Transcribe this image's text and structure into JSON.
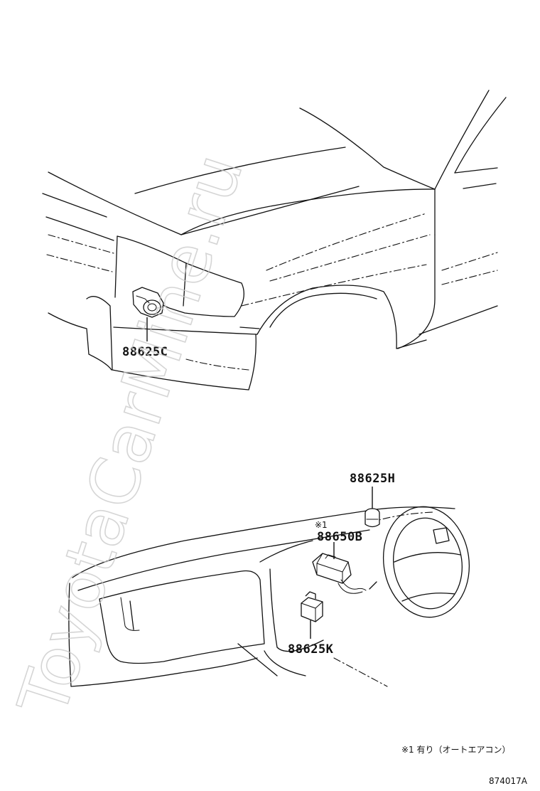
{
  "watermark": "ToyotaCarMine.ru",
  "parts": {
    "part_c": "88625C",
    "part_h": "88625H",
    "part_b_marker": "※1",
    "part_b": "88650B",
    "part_k": "88625K"
  },
  "footnote": "※1 有り（オートエアコン）",
  "figure_id": "874017A"
}
